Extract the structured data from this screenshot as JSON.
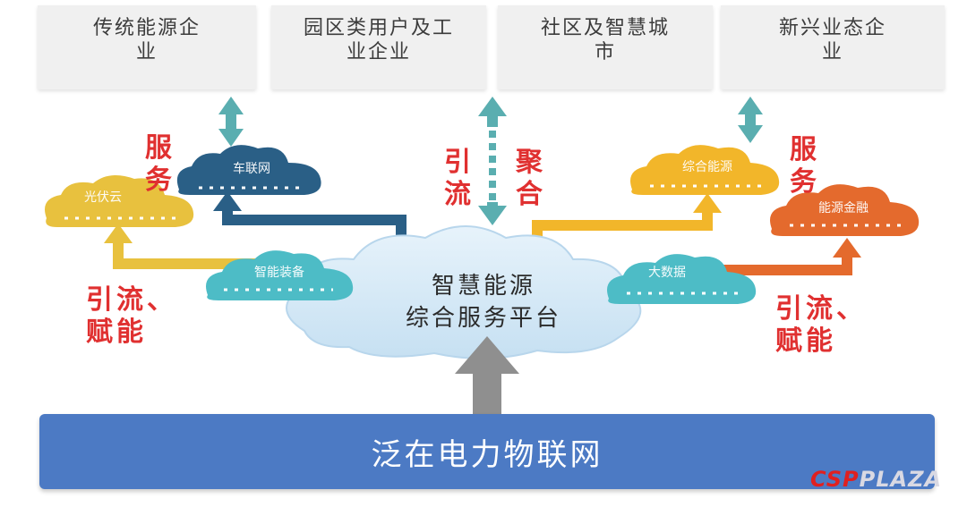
{
  "top_boxes": [
    {
      "label": "传统能源企\n业"
    },
    {
      "label": "园区类用户及工\n业企业"
    },
    {
      "label": "社区及智慧城\n市"
    },
    {
      "label": "新兴业态企\n业"
    }
  ],
  "platform_label": "智慧能源\n综合服务平台",
  "bottom_bar_label": "泛在电力物联网",
  "clouds": {
    "car_network": "车联网",
    "pv_cloud": "光伏云",
    "smart_equipment": "智能装备",
    "integrated_energy": "综合能源",
    "energy_finance": "能源金融",
    "big_data": "大数据"
  },
  "red_labels": {
    "service_left": "服\n务",
    "service_right": "服\n务",
    "yinliu_left": "引\n流",
    "juhe_right": "聚\n合",
    "empower_left": "引流、\n赋能",
    "empower_right": "引流、\n赋能"
  },
  "watermark": {
    "csp": "CSP",
    "plaza": "PLAZA"
  },
  "colors": {
    "teal": "#5aaeb0",
    "navy": "#2a5f86",
    "yellow": "#e8c13e",
    "light_cyan": "#4dbcc6",
    "orange_light": "#f2b62a",
    "orange": "#e46a2d",
    "platform": "#d9ecf8",
    "bar": "#4c7ac4",
    "arrow_gray": "#8f8f8f",
    "red_text": "#e03030"
  }
}
